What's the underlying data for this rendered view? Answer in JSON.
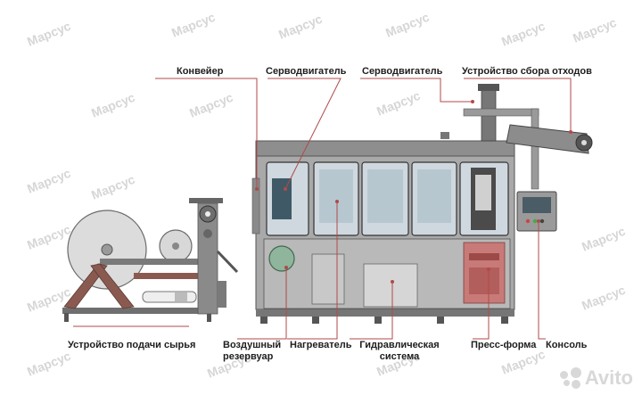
{
  "watermark": "Марсус",
  "brand": "Avito",
  "accent_line_color": "#b14a4a",
  "labels": {
    "conveyor": "Конвейер",
    "servo_motor_1": "Серводвигатель",
    "servo_motor_2": "Серводвигатель",
    "waste_collector": "Устройство сбора отходов",
    "raw_feed": "Устройство подачи сырья",
    "air_tank_line1": "Воздушный",
    "air_tank_line2": "резервуар",
    "heater": "Нагреватель",
    "hydraulics_line1": "Гидравлическая",
    "hydraulics_line2": "система",
    "press_mold": "Пресс-форма",
    "console": "Консоль"
  }
}
